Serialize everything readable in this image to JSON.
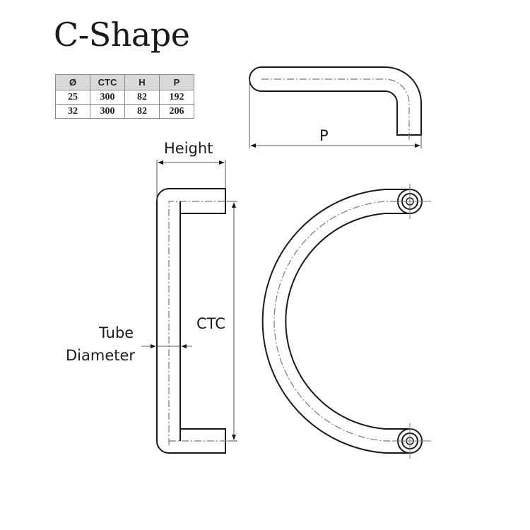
{
  "title": "C-Shape",
  "table": {
    "headers": [
      "Ø",
      "CTC",
      "H",
      "P"
    ],
    "rows": [
      [
        "25",
        "300",
        "82",
        "192"
      ],
      [
        "32",
        "300",
        "82",
        "206"
      ]
    ]
  },
  "labels": {
    "p": "P",
    "height": "Height",
    "ctc": "CTC",
    "tube_line1": "Tube",
    "tube_line2": "Diameter"
  },
  "colors": {
    "line": "#1a1a1a",
    "centerline": "#7a7a7a",
    "header_bg": "#d9d9d9"
  }
}
